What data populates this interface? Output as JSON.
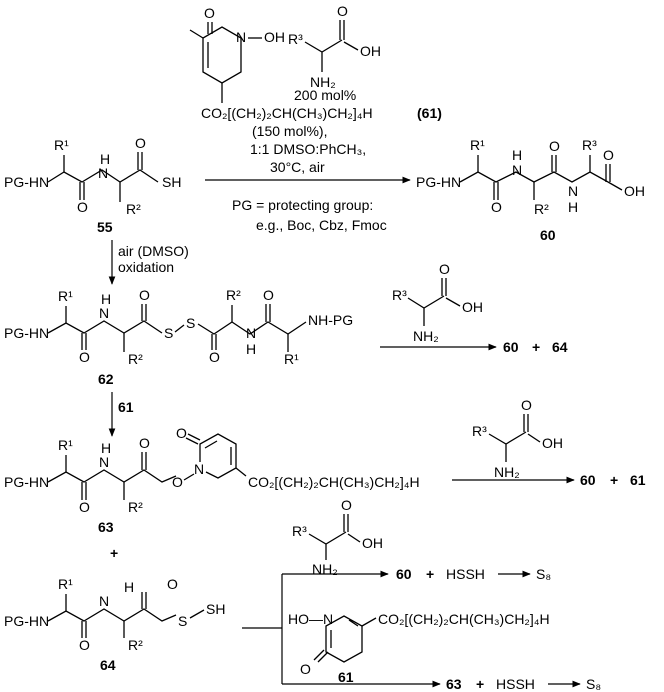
{
  "reagents_top": {
    "hydroxypyridone_oh": "OH",
    "hydroxypyridone_o": "O",
    "hydroxypyridone_n": "N",
    "hydroxypyridone_ester": "CO₂[(CH₂)₂CH(CH₃)CH₂]₄H",
    "hydroxypyridone_ref": "(61)",
    "amino_acid_r": "R³",
    "amino_acid_oh": "OH",
    "amino_acid_o": "O",
    "amino_acid_nh2": "NH₂",
    "amino_acid_loading": "200 mol%",
    "loading_61": "(150 mol%),",
    "solvent": "1:1 DMSO:PhCH₃,",
    "temperature": "30°C, air"
  },
  "pg_note": {
    "line1": "PG = protecting group:",
    "line2": "e.g., Boc, Cbz, Fmoc"
  },
  "compounds": {
    "c55": "55",
    "c60": "60",
    "c62": "62",
    "c63": "63",
    "c64": "64",
    "c61": "61"
  },
  "atoms": {
    "pg_hn": "PG-HN",
    "nh_pg": "NH-PG",
    "r1": "R¹",
    "r2": "R²",
    "r3": "R³",
    "h": "H",
    "n": "N",
    "o": "O",
    "s": "S",
    "sh": "SH",
    "oh": "OH",
    "nh2": "NH₂",
    "ho_n": "HO—N"
  },
  "steps": {
    "air_oxidation_1": "air (DMSO)",
    "air_oxidation_2": "oxidation",
    "step_61": "61",
    "plus": "+"
  },
  "products": {
    "p_60_64_a": "60",
    "p_60_64_b": "64",
    "p_60_61_a": "60",
    "p_60_61_b": "61",
    "p_60_hssh_a": "60",
    "hssh": "HSSH",
    "s8": "S₈",
    "p_63_hssh_a": "63",
    "ester_61": "CO₂[(CH₂)₂CH(CH₃)CH₂]₄H"
  }
}
